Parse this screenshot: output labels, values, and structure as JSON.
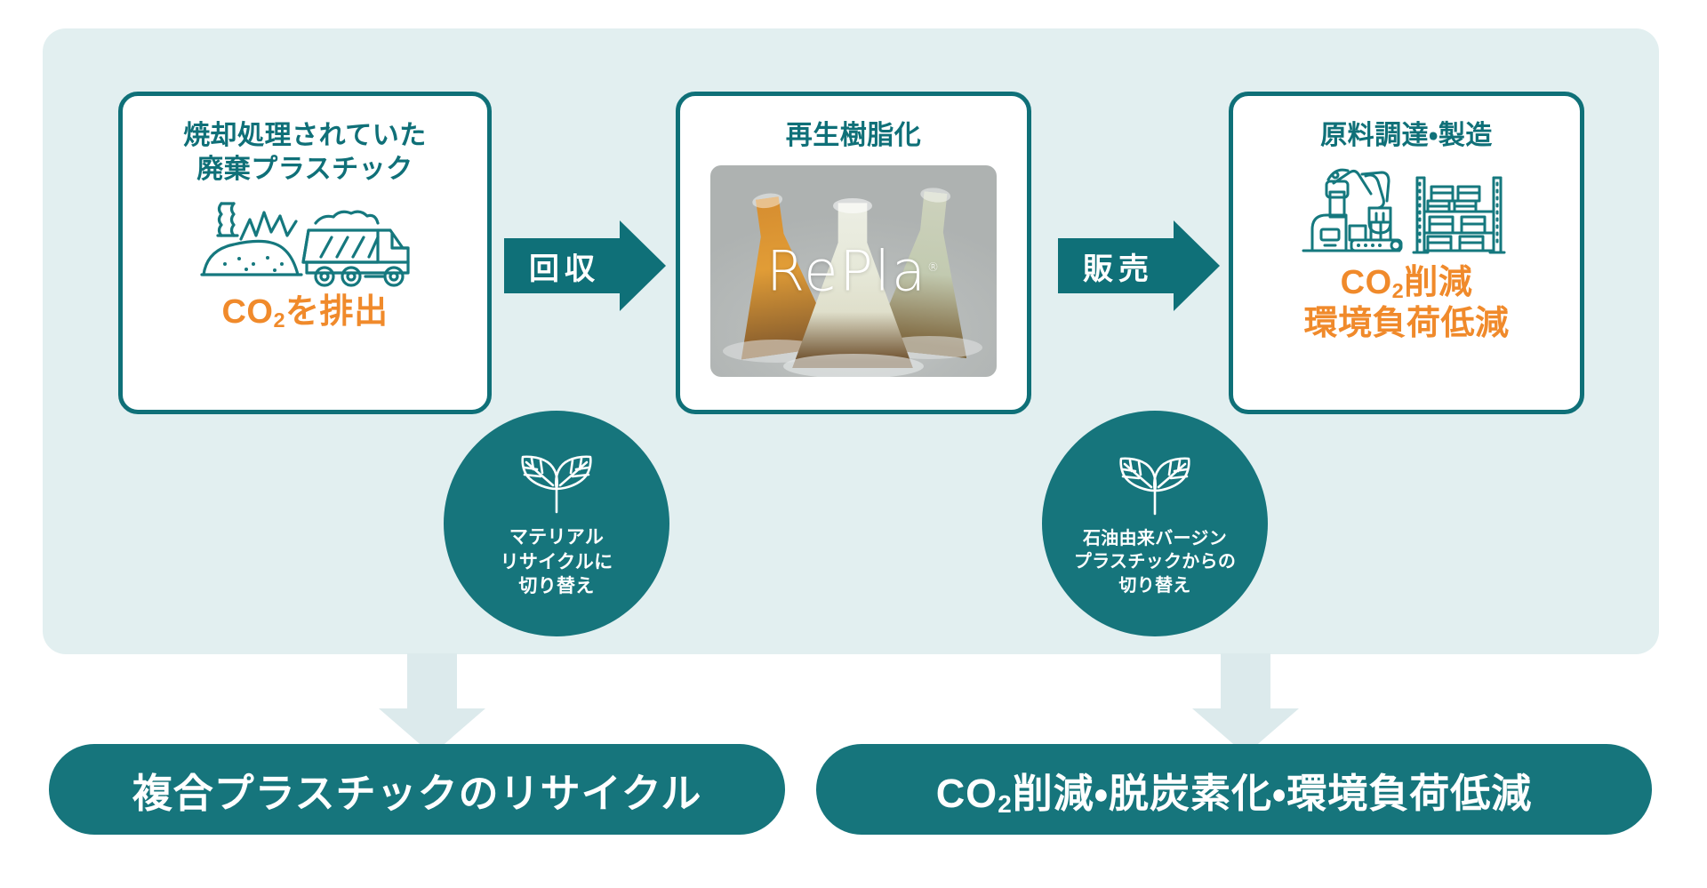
{
  "panel": {
    "background_color": "#e2eff0"
  },
  "colors": {
    "teal_dark": "#0f7078",
    "teal": "#16757c",
    "orange": "#f08a2b",
    "panel_bg": "#e2eff0",
    "arrow_pale": "#dceaec",
    "card_bg": "#ffffff"
  },
  "steps": [
    {
      "id": "waste-plastic",
      "title": "焼却処理されていた\n廃棄プラスチック",
      "title_line1": "焼却処理されていた",
      "title_line2": "廃棄プラスチック",
      "icon": "waste-pile-dump-truck-icon",
      "accent_text": "CO₂を排出",
      "accent_prefix": "CO",
      "accent_sub": "2",
      "accent_suffix": "を排出",
      "accent_color": "#f08a2b"
    },
    {
      "id": "recycled-resin",
      "title": "再生樹脂化",
      "icon": "pellet-flasks-photo",
      "photo_logo": "RePla",
      "photo_logo_tm": "®"
    },
    {
      "id": "material-procurement-manufacturing",
      "title": "原料調達・製造",
      "icon": "robot-arm-warehouse-shelf-icon",
      "accent_line1_prefix": "CO",
      "accent_line1_sub": "2",
      "accent_line1_suffix": "削減",
      "accent_line2": "環境負荷低減",
      "accent_color": "#f08a2b"
    }
  ],
  "flow_arrows": [
    {
      "id": "collection",
      "label": "回収"
    },
    {
      "id": "sales",
      "label": "販売"
    }
  ],
  "circles": [
    {
      "id": "material-recycle-switch",
      "icon": "leaf-sprout-icon",
      "text": "マテリアル\nリサイクルに\n切り替え"
    },
    {
      "id": "virgin-plastic-switch",
      "icon": "leaf-sprout-icon",
      "text": "石油由来バージン\nプラスチックからの\n切り替え"
    }
  ],
  "outcomes": [
    {
      "id": "composite-plastic-recycle",
      "text": "複合プラスチックのリサイクル"
    },
    {
      "id": "co2-reduction-decarbonization",
      "prefix": "CO",
      "sub": "2",
      "suffix": "削減・脱炭素化・環境負荷低減"
    }
  ],
  "down_arrows": [
    {
      "id": "down-arrow-1"
    },
    {
      "id": "down-arrow-2"
    }
  ]
}
